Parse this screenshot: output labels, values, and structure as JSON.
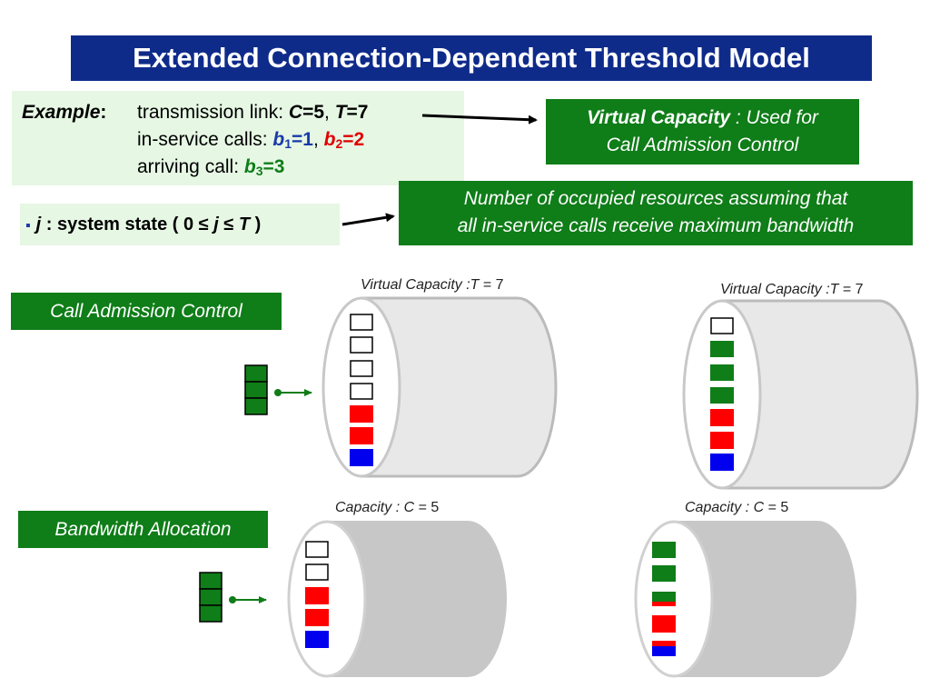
{
  "title": "Extended Connection-Dependent Threshold Model",
  "example": {
    "label": "Example",
    "colon": ":",
    "line1_text": "transmission link: ",
    "line1_c": "C",
    "line1_c_val": "=5",
    "line1_sep": ", ",
    "line1_t": "T",
    "line1_t_val": "=7",
    "line2_text": "in-service calls: ",
    "b1_var": "b",
    "b1_sub": "1",
    "b1_val": "=1",
    "line2_sep": ", ",
    "b2_var": "b",
    "b2_sub": "2",
    "b2_val": "=2",
    "line3_text": "arriving call: ",
    "b3_var": "b",
    "b3_sub": "3",
    "b3_val": "=3"
  },
  "virtual_capacity_note": {
    "bold": "Virtual Capacity",
    "rest_line1": " : Used for",
    "line2": "Call Admission Control"
  },
  "state": {
    "bullet": "▪",
    "var_j": "j",
    "mid": " : system state ( 0 ≤ ",
    "var_j2": "j",
    "le": " ≤ ",
    "var_t": "T",
    "end": " )"
  },
  "occupied_note": {
    "line1": "Number of occupied resources assuming that",
    "line2": "all in-service calls receive maximum bandwidth"
  },
  "cac_label": "Call Admission Control",
  "ba_label": "Bandwidth Allocation",
  "cylinders": {
    "virtual_left": {
      "label_prefix": "Virtual Capacity :",
      "label_var": "T",
      "label_value": " = 7"
    },
    "virtual_right": {
      "label_prefix": "Virtual Capacity :",
      "label_var": "T",
      "label_value": " = 7"
    },
    "capacity_left": {
      "label_prefix": "Capacity : ",
      "label_var": "C",
      "label_value": " = 5"
    },
    "capacity_right": {
      "label_prefix": "Capacity : ",
      "label_var": "C",
      "label_value": " = 5"
    }
  },
  "colors": {
    "title_bg": "#0f2b8a",
    "green": "#0f7d18",
    "red": "#ff0000",
    "blue": "#0000ee",
    "light_green_bg": "#e6f7e4"
  }
}
